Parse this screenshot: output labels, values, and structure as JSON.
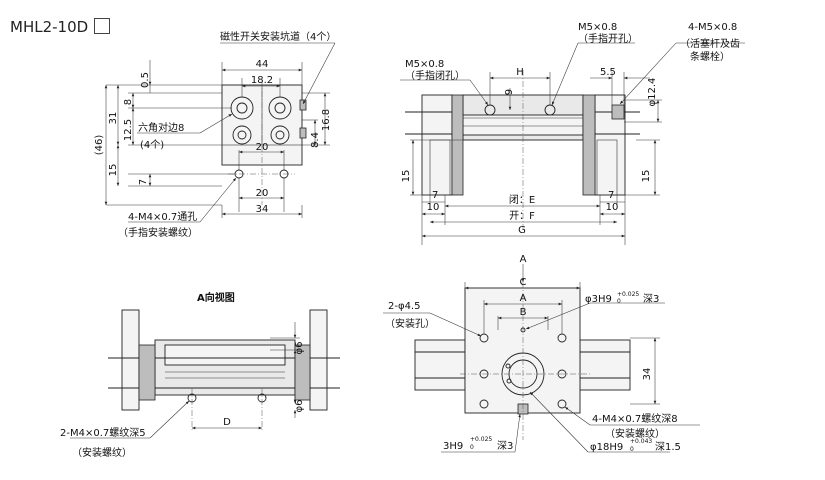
{
  "title": {
    "model": "MHL2-10D"
  },
  "view1": {
    "sensor_groove": "磁性开关安装坑道（4个）",
    "hex_label": "六角对边8",
    "hex_count": "(4个)",
    "dims": {
      "d44": "44",
      "d18_2": "18.2",
      "d0_5": "0.5",
      "d8": "8",
      "d31": "31",
      "d12_5": "12.5",
      "d46": "(46)",
      "d15": "15",
      "d7": "7",
      "d20a": "20",
      "d20b": "20",
      "d34": "34",
      "d16_8": "16.8",
      "d8_4": "8.4"
    },
    "thru_hole": "4-M4×0.7通孔",
    "thru_hole_note": "（手指安装螺纹）"
  },
  "view2": {
    "open_port": "M5×0.8",
    "open_port_note": "（手指开孔）",
    "close_port": "M5×0.8",
    "close_port_note": "（手指闭孔）",
    "piston_screw": "4-M5×0.8",
    "piston_note_1": "（活塞杆及齿",
    "piston_note_2": "条螺栓）",
    "dims": {
      "H": "H",
      "d9": "9",
      "d5_5": "5.5",
      "d12_4": "φ12.4",
      "d15a": "15",
      "d15b": "15",
      "d7a": "7",
      "d7b": "7",
      "d10a": "10",
      "d10b": "10",
      "E": "闭：E",
      "F": "开：F",
      "G": "G"
    }
  },
  "view3": {
    "title": "A向视图",
    "dims": {
      "d6a": "φ6",
      "d6b": "φ6",
      "D": "D"
    },
    "screw": "2-M4×0.7螺纹深5",
    "screw_note": "（安装螺纹）"
  },
  "view4": {
    "arrow_label": "A",
    "dims": {
      "C": "C",
      "A": "A",
      "B": "B",
      "d34": "34"
    },
    "mount_hole": "2-φ4.5",
    "mount_hole_note": "（安装孔）",
    "pin_hole": "φ3H9",
    "pin_hole_tol_up": "+0.025",
    "pin_hole_tol_low": "0",
    "pin_hole_depth": "深3",
    "screw": "4-M4×0.7螺纹深8",
    "screw_note": "（安装螺纹）",
    "bore": "φ18H9",
    "bore_tol_up": "+0.043",
    "bore_tol_low": "0",
    "bore_depth": "深1.5",
    "pin2": "3H9",
    "pin2_tol_up": "+0.025",
    "pin2_tol_low": "0",
    "pin2_depth": "深3"
  }
}
